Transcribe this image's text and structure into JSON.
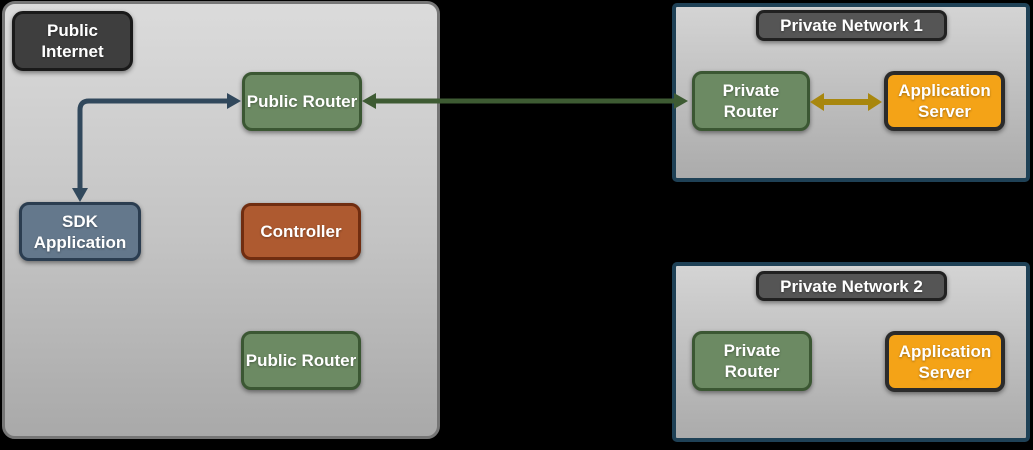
{
  "colors": {
    "background": "#000000",
    "public_zone_border": "#767676",
    "private_zone_border": "#1f4156",
    "node_green_fill": "#6c8a63",
    "node_green_border": "#3b5733",
    "node_blue_fill": "#64788c",
    "node_blue_border": "#2b3d50",
    "node_red_fill": "#ae5a30",
    "node_red_border": "#702d10",
    "node_orange_fill": "#f4a317",
    "node_orange_border": "#2b2b2b",
    "label_internet_fill": "#3e3e3e",
    "label_network_fill": "#555555",
    "arrow_navy": "#31485c",
    "arrow_green": "#3e5b33",
    "arrow_gold": "#a8870e"
  },
  "public_internet": {
    "label": "Public Internet",
    "nodes": {
      "public_router_top": "Public Router",
      "sdk_application": "SDK Application",
      "controller": "Controller",
      "public_router_bottom": "Public Router"
    }
  },
  "private_network_1": {
    "label": "Private Network 1",
    "nodes": {
      "private_router": "Private Router",
      "application_server": "Application Server"
    }
  },
  "private_network_2": {
    "label": "Private Network 2",
    "nodes": {
      "private_router": "Private Router",
      "application_server": "Application Server"
    }
  },
  "connections": [
    {
      "between": [
        "SDK Application",
        "Public Router (top)"
      ],
      "shape": "elbow",
      "bidirectional": true,
      "color": "#31485c"
    },
    {
      "between": [
        "Public Router (top)",
        "Private Network 1 Private Router"
      ],
      "shape": "straight",
      "bidirectional": true,
      "color": "#3e5b33"
    },
    {
      "between": [
        "Private Network 1 Private Router",
        "Private Network 1 Application Server"
      ],
      "shape": "straight",
      "bidirectional": true,
      "color": "#a8870e"
    }
  ]
}
